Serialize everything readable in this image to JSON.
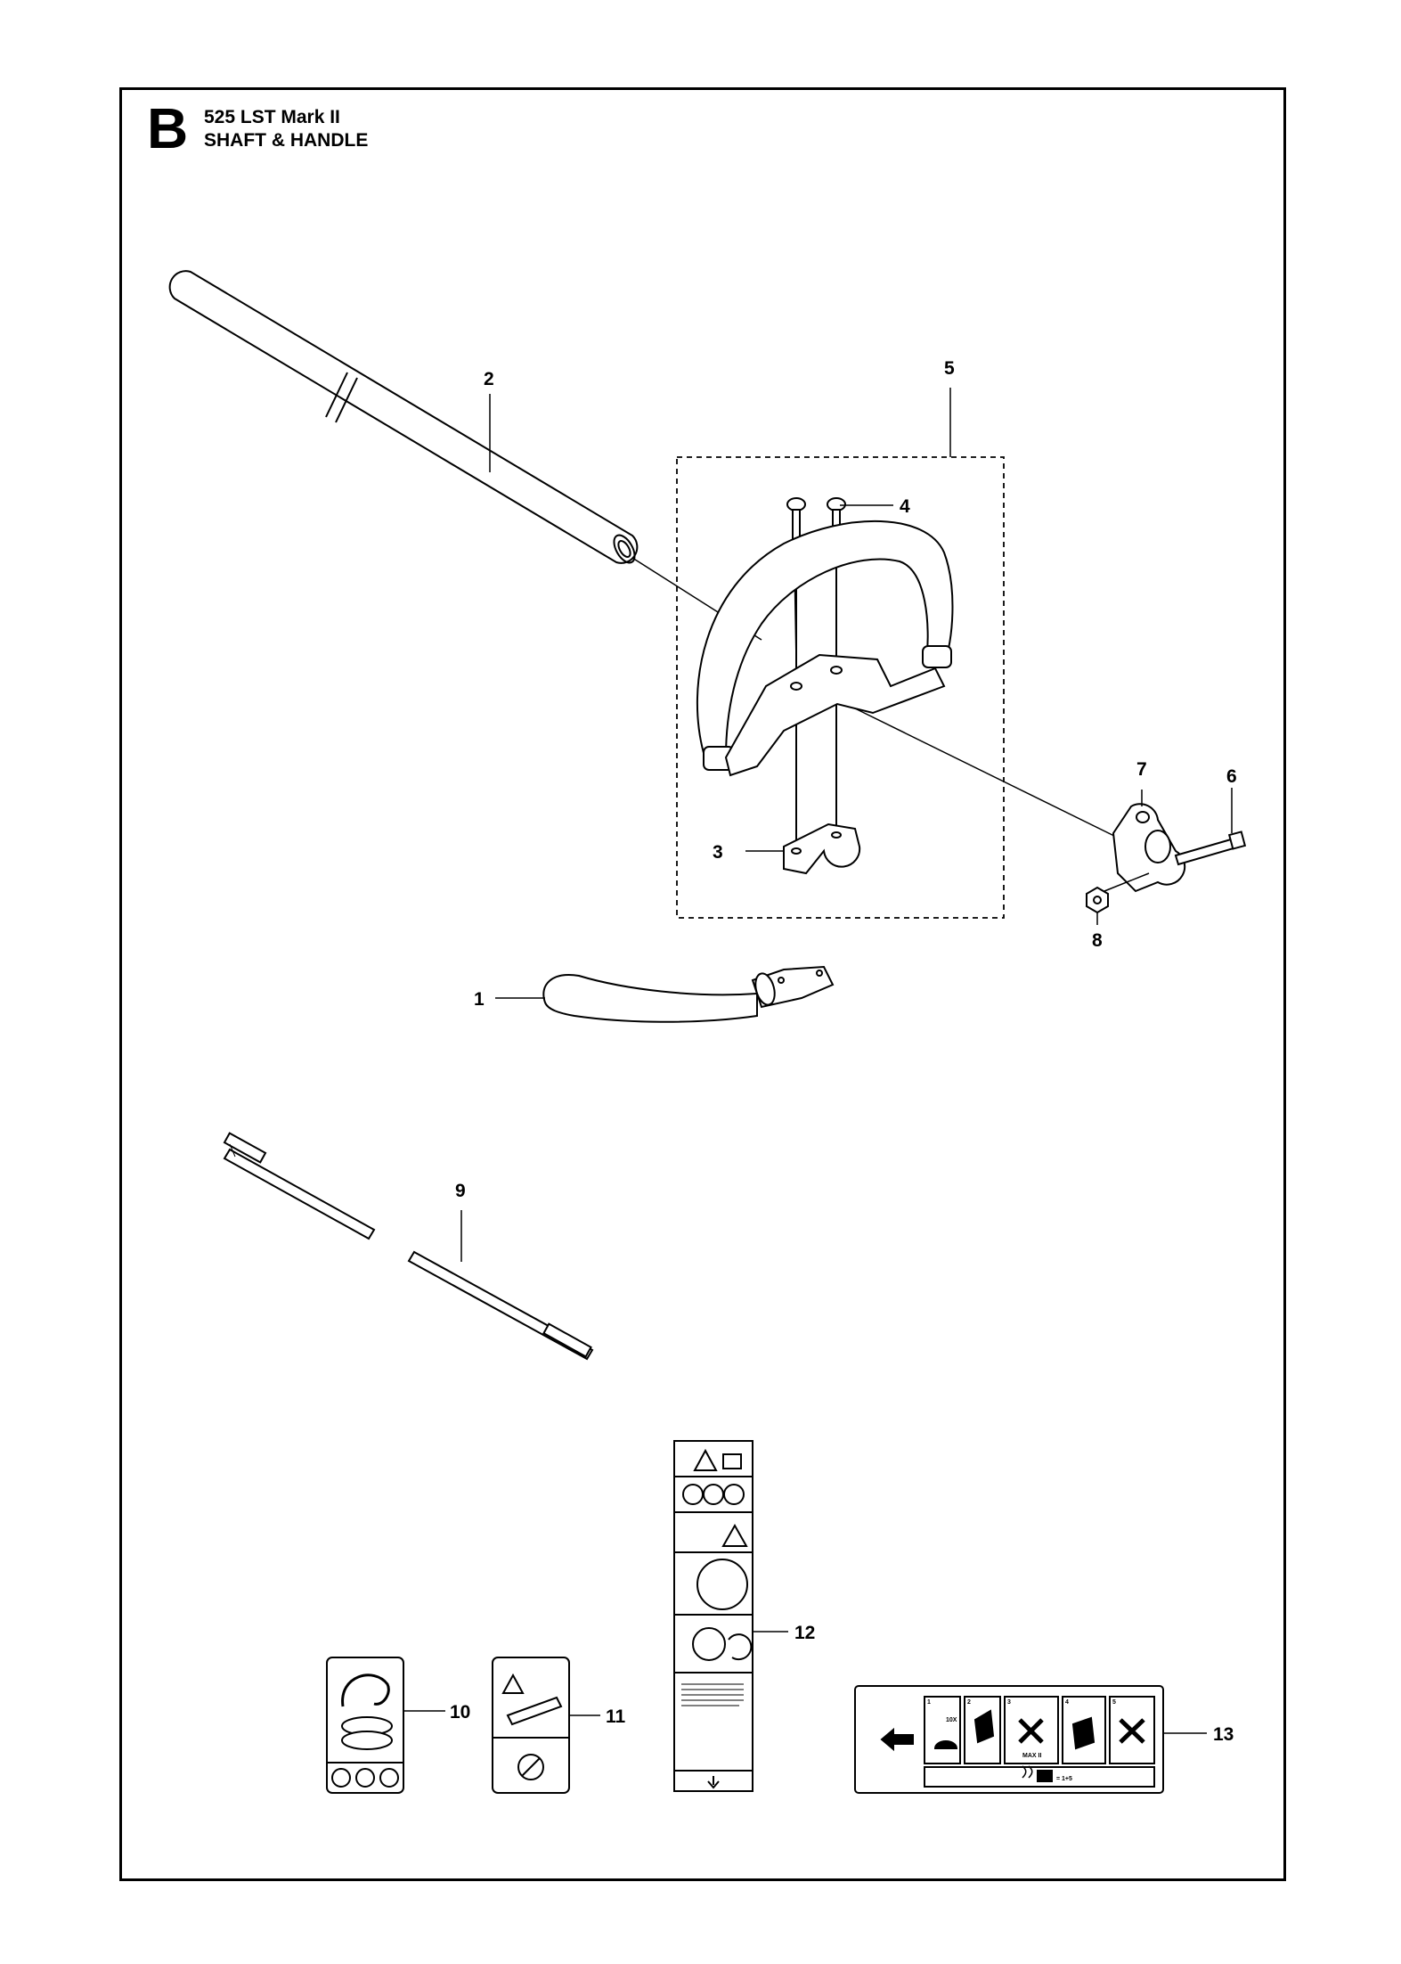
{
  "header": {
    "section_letter": "B",
    "model": "525 LST Mark II",
    "section": "SHAFT & HANDLE"
  },
  "callouts": [
    "1",
    "2",
    "3",
    "4",
    "5",
    "6",
    "7",
    "8",
    "9",
    "10",
    "11",
    "12",
    "13"
  ],
  "label_13": {
    "steps": [
      "1",
      "2",
      "3",
      "4",
      "5"
    ],
    "primer_count": "10X",
    "choke_text": "MAX II",
    "fuel_ratio": "= 1+5"
  },
  "icons": [
    "arrow-left-icon",
    "arrow-down-icon",
    "warning-triangle-icon",
    "book-icon",
    "helmet-icon",
    "glove-icon",
    "boot-icon",
    "prohibited-icon"
  ]
}
